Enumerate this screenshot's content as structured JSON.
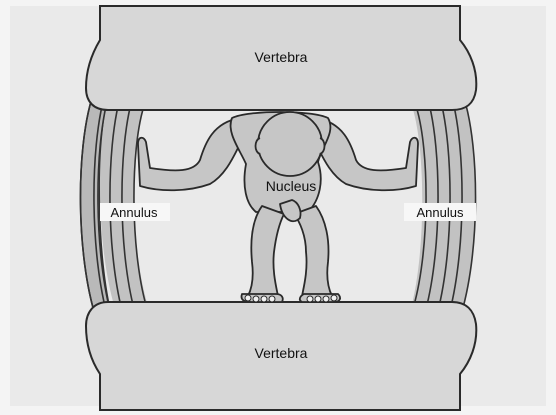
{
  "labels": {
    "vertebra_top": "Vertebra",
    "vertebra_bottom": "Vertebra",
    "nucleus": "Nucleus",
    "annulus_left": "Annulus",
    "annulus_right": "Annulus"
  },
  "colors": {
    "background": "#f4f4f4",
    "panel": "#e9e9e9",
    "bone": "#d6d6d6",
    "figure": "#c4c4c4",
    "annulus": "#b8b8b8",
    "outline": "#2a2a2a"
  }
}
